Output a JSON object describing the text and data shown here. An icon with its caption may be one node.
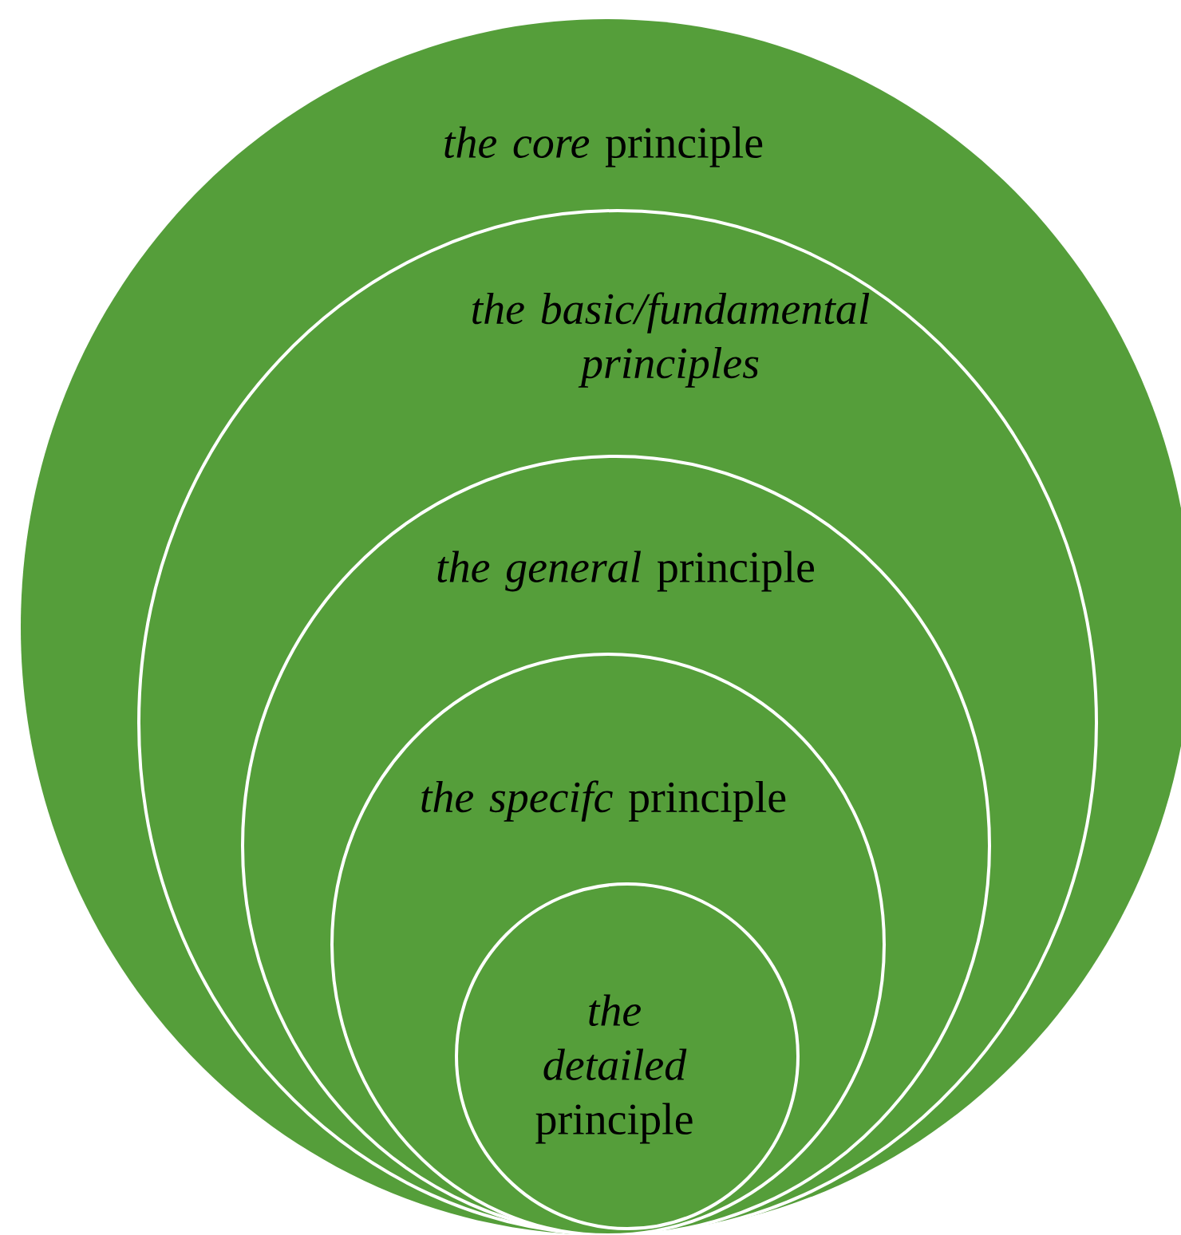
{
  "diagram": {
    "nodes": [
      {
        "text": [
          "*the core* principle"
        ]
      },
      {
        "text": [
          "the basic/fundamental principles"
        ],
        "in": 0
      },
      {
        "text": [
          "*the general* principle"
        ],
        "in": 1
      },
      {
        "text": [
          "*the specifc* principle"
        ],
        "in": 2
      },
      {
        "text": [
          "*the detailed* principle"
        ],
        "in": 3
      }
    ]
  }
}
